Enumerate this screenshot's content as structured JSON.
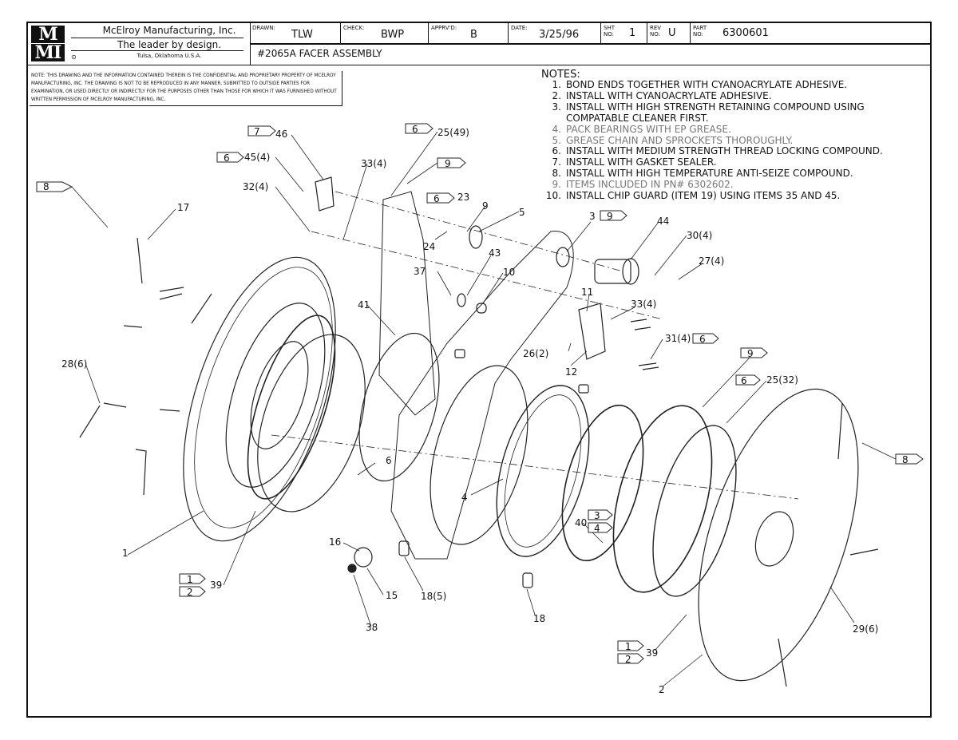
{
  "titleblock": {
    "logo": [
      "M",
      "MI"
    ],
    "company": "McElroy Manufacturing, Inc.",
    "tagline": "The leader by design.",
    "location": "Tulsa, Oklahoma U.S.A.",
    "drawn_label": "DRAWN:",
    "drawn": "TLW",
    "check_label": "CHECK:",
    "check": "BWP",
    "apprvd_label": "APPRV'D:",
    "apprvd": "B",
    "date_label": "DATE:",
    "date": "3/25/96",
    "sht_label": "SHT No:",
    "sht": "1",
    "rev_label": "REV No:",
    "rev": "U",
    "part_label": "PART No:",
    "part": "6300601",
    "title": "#2065A FACER ASSEMBLY",
    "disclaimer": "NOTE: THIS DRAWING AND THE INFORMATION CONTAINED THEREIN IS THE CONFIDENTIAL AND PROPRIETARY PROPERTY OF McElroy Manufacturing, Inc. THE DRAWING IS NOT TO BE REPRODUCED IN ANY MANNER, SUBMITTED TO OUTSIDE PARTIES FOR EXAMINATION, OR USED DIRECTLY OR INDIRECTLY FOR THE PURPOSES OTHER THAN THOSE FOR WHICH IT WAS FURNISHED WITHOUT WRITTEN PERMISSION OF McElroy Manufacturing, Inc."
  },
  "notes": {
    "title": "NOTES:",
    "items": [
      {
        "num": "1.",
        "text": "BOND ENDS TOGETHER WITH CYANOACRYLATE ADHESIVE."
      },
      {
        "num": "2.",
        "text": "INSTALL WITH CYANOACRYLATE ADHESIVE."
      },
      {
        "num": "3.",
        "text": "INSTALL WITH HIGH STRENGTH RETAINING COMPOUND USING"
      },
      {
        "num": "",
        "text": "COMPATABLE CLEANER FIRST."
      },
      {
        "num": "4.",
        "text": "PACK BEARINGS WITH EP GREASE."
      },
      {
        "num": "5.",
        "text": "GREASE CHAIN AND SPROCKETS THOROUGHLY."
      },
      {
        "num": "6.",
        "text": "INSTALL WITH MEDIUM STRENGTH THREAD LOCKING COMPOUND."
      },
      {
        "num": "7.",
        "text": "INSTALL WITH GASKET SEALER."
      },
      {
        "num": "8.",
        "text": "INSTALL WITH HIGH TEMPERATURE ANTI-SEIZE COMPOUND."
      },
      {
        "num": "9.",
        "text": "ITEMS INCLUDED IN PN# 6302602."
      },
      {
        "num": "10.",
        "text": "INSTALL CHIP GUARD (ITEM 19) USING ITEMS 35 AND 45."
      }
    ]
  },
  "callouts": [
    "1",
    "2",
    "3",
    "4",
    "5",
    "6",
    "9",
    "10",
    "11",
    "12",
    "15",
    "16",
    "17",
    "18",
    "18(5)",
    "23",
    "24",
    "25(32)",
    "25(49)",
    "26(2)",
    "27(4)",
    "28(6)",
    "29(6)",
    "30(4)",
    "31(4)",
    "32(4)",
    "33(4)",
    "37",
    "38",
    "39",
    "40",
    "41",
    "43",
    "44",
    "45(4)",
    "46"
  ],
  "flags": [
    "1",
    "2",
    "3",
    "4",
    "6",
    "7",
    "8",
    "9"
  ]
}
